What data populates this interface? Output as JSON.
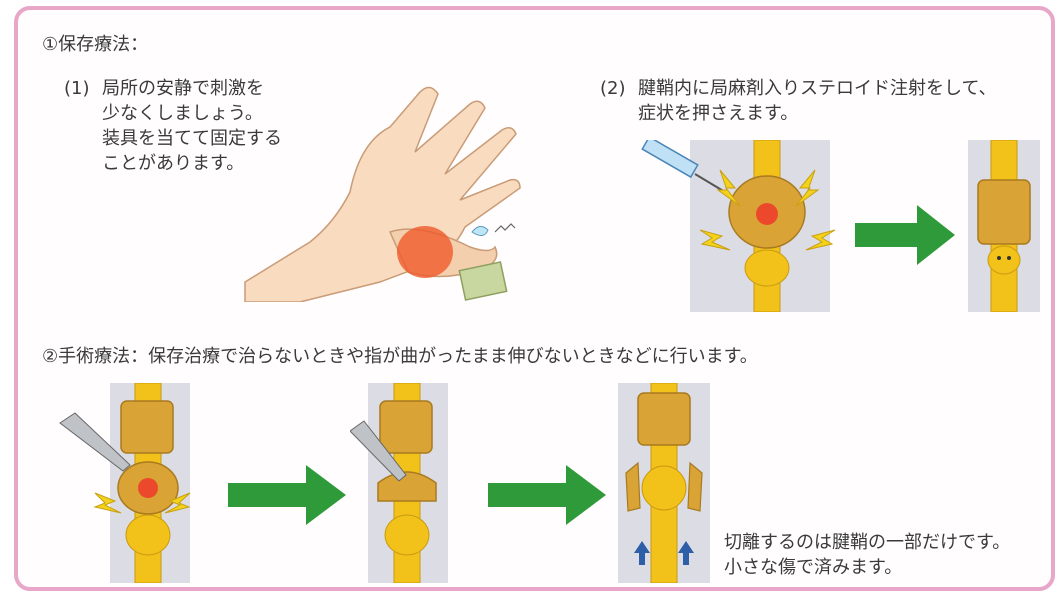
{
  "section1": {
    "heading": "①保存療法：",
    "item1": {
      "number": "(1)",
      "lines": [
        "局所の安静で刺激を",
        "少なくしましょう。",
        "装具を当てて固定する",
        "ことがあります。"
      ]
    },
    "item2": {
      "number": "(2)",
      "lines": [
        "腱鞘内に局麻剤入りステロイド注射をして、",
        "症状を押さえます。"
      ]
    }
  },
  "section2": {
    "heading": "②手術療法：保存治療で治らないときや指が曲がったまま伸びないときなどに行います。",
    "note_lines": [
      "切離するのは腱鞘の一部だけです。",
      "小さな傷で済みます。"
    ]
  },
  "colors": {
    "border": "#e8a6c8",
    "tendon": "#f2c21a",
    "sheath": "#d9a435",
    "arrow_green": "#2f9a3a",
    "arrow_blue": "#2c5fa8",
    "inflammation": "#ef5a2a",
    "skin": "#f9dcc0",
    "background_figure": "#dcdce4"
  },
  "icons": [
    "hand-illustration",
    "syringe-icon",
    "scalpel-icon",
    "lightning-icon",
    "right-arrow-icon",
    "up-arrow-icon"
  ]
}
